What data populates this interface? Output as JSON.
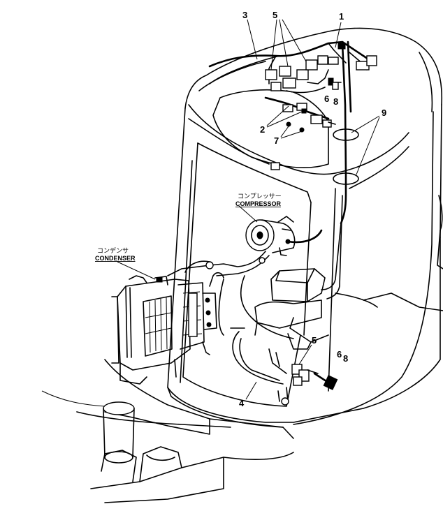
{
  "diagram": {
    "callouts": {
      "c1": "1",
      "c2": "2",
      "c3": "3",
      "c4": "4",
      "c5_top": "5",
      "c5_bottom": "5",
      "c6_top": "6",
      "c6_bottom": "6",
      "c7": "7",
      "c8_top": "8",
      "c8_bottom": "8",
      "c9": "9"
    },
    "compressor": {
      "label_jp": "コンプレッサー",
      "label_en": "COMPRESSOR"
    },
    "condenser": {
      "label_jp": "コンデンサ",
      "label_en": "CONDENSER"
    }
  }
}
